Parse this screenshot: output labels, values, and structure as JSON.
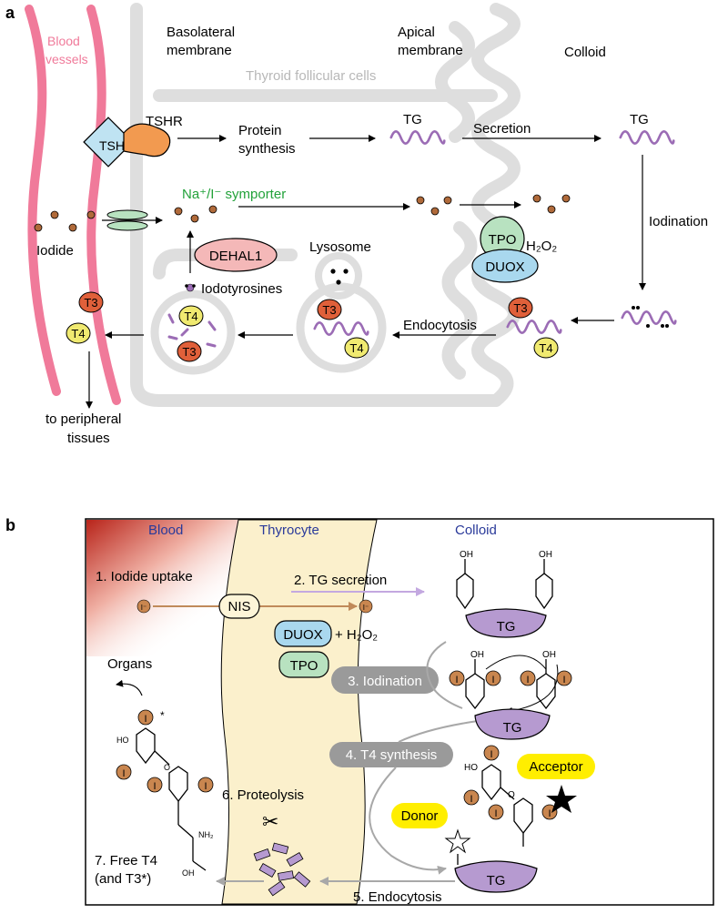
{
  "panel_a": {
    "letter": "a",
    "blood_vessels": [
      "Blood",
      "vessels"
    ],
    "basolateral": [
      "Basolateral",
      "membrane"
    ],
    "apical": [
      "Apical",
      "membrane"
    ],
    "colloid": "Colloid",
    "follicular_cells": "Thyroid follicular cells",
    "tsh": "TSH",
    "tshr": "TSHR",
    "protein_synthesis": [
      "Protein",
      "synthesis"
    ],
    "tg1": "TG",
    "secretion": "Secretion",
    "tg2": "TG",
    "symporter": "Na⁺/I⁻ symporter",
    "iodination": "Iodination",
    "iodide": "Iodide",
    "dehal1": "DEHAL1",
    "lysosome": "Lysosome",
    "tpo": "TPO",
    "h2o2": "H₂O₂",
    "duox": "DUOX",
    "iodotyrosines": "Iodotyrosines",
    "endocytosis": "Endocytosis",
    "t3": "T3",
    "t4": "T4",
    "peripheral": [
      "to peripheral",
      "tissues"
    ]
  },
  "panel_b": {
    "letter": "b",
    "blood": "Blood",
    "thyrocyte": "Thyrocyte",
    "colloid": "Colloid",
    "step1": "1. Iodide uptake",
    "step2": "2. TG secretion",
    "nis": "NIS",
    "iodide_ion": "I⁻",
    "duox": "DUOX",
    "h2o2": "+ H₂O₂",
    "tpo": "TPO",
    "organs": "Organs",
    "step3": "3. Iodination",
    "step4": "4. T4 synthesis",
    "step6": "6. Proteolysis",
    "step7": [
      "7. Free T4",
      "(and T3*)"
    ],
    "step5": "5. Endocytosis",
    "tg": "TG",
    "acceptor": "Acceptor",
    "donor": "Donor",
    "iodine": "I",
    "oh": "OH",
    "ho": "HO",
    "o": "O",
    "nh2": "NH₂",
    "star_mark": "*"
  },
  "colors": {
    "vessel": "#f07a9a",
    "membrane": "#dedede",
    "tsh": "#bfe3f2",
    "tshr": "#f29a50",
    "tg": "#9b6cb5",
    "iodide": "#b06a3a",
    "symporter_text": "#22a23a",
    "dehal": "#f4b8b8",
    "tpo": "#b8e2c0",
    "duox": "#a9d8ee",
    "t3": "#e0603a",
    "t4": "#f0ea70",
    "blood_red": "#c0392b",
    "thyrocyte_fill": "#fbf0cc",
    "nis_fill": "#fdf5d8",
    "gray_pill": "#9a9a9a",
    "yellow_label": "#ffee00",
    "iodine_circle": "#c9864f",
    "tg_fill": "#b69ad0",
    "region_title": "#2a3a9a"
  }
}
